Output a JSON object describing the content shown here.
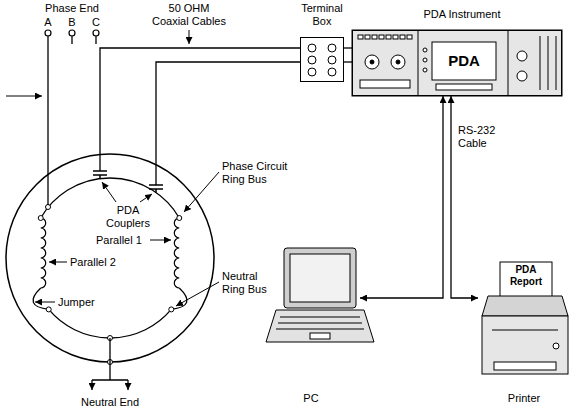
{
  "diagram": {
    "nodes": [
      {
        "text": [
          "Terminal Box"
        ]
      },
      {
        "text": [
          "PDA Instrument",
          "PDA"
        ]
      },
      {
        "text": [
          "PC"
        ]
      },
      {
        "text": [
          "PDA Report",
          "Printer"
        ]
      }
    ],
    "edges": [
      {
        "from": 0,
        "to": 1,
        "arrow": "none"
      },
      {
        "from": 1,
        "to": 2,
        "arrow": "both"
      },
      {
        "from": 1,
        "to": 3,
        "arrow": "both"
      }
    ],
    "labels": [
      "Phase End",
      "A",
      "B",
      "C",
      "50 OHM Coaxial Cables",
      "PDA Couplers",
      "Parallel 1",
      "Parallel 2",
      "Jumper",
      "Phase Circuit Ring Bus",
      "Neutral Ring Bus",
      "Neutral End",
      "RS-232 Cable"
    ]
  }
}
